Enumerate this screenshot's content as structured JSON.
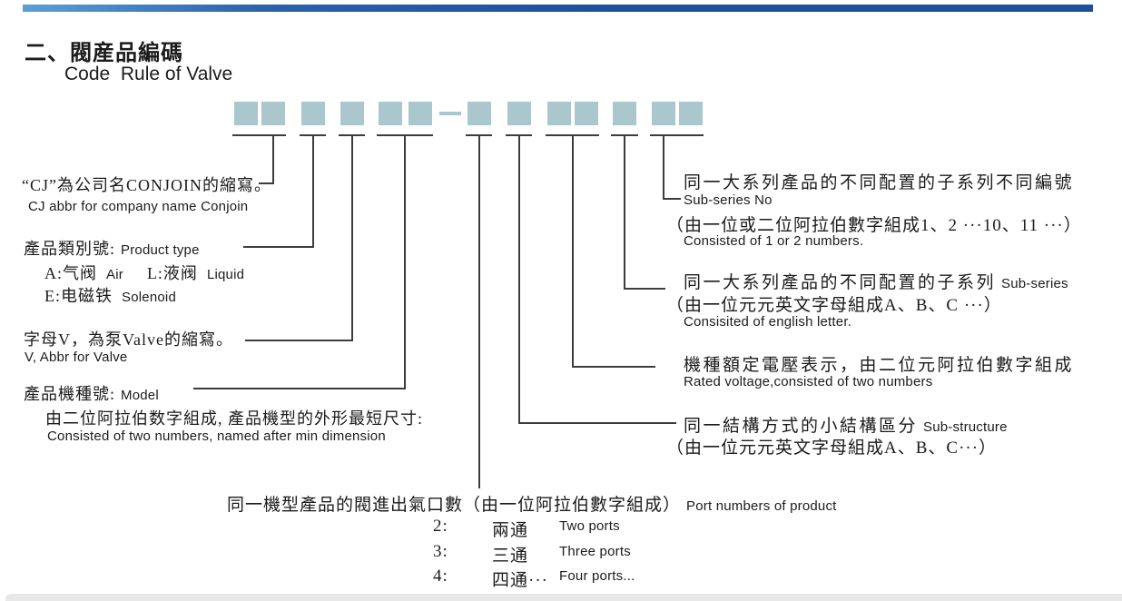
{
  "title": {
    "zh": "二、閥産品編碼",
    "en": "Code  Rule of Valve"
  },
  "colors": {
    "accent_bar_left": "#5b9fd4",
    "accent_bar_right": "#1e4f9b",
    "code_box_fill": "#a9c7cd",
    "connector_line": "#3c3c3c",
    "footer_strip": "#e8e8e8"
  },
  "code_diagram": {
    "separator": "—",
    "group_box_counts": [
      2,
      1,
      1,
      2,
      1,
      1,
      2,
      1,
      2
    ]
  },
  "left_sections": {
    "cj": {
      "zh": "“CJ”為公司名CONJOIN的縮寫。",
      "en": "CJ abbr for company name Conjoin"
    },
    "product_type": {
      "zh": "產品類別號:",
      "en": "Product type",
      "options": [
        {
          "zh": "A:气阀",
          "en": "Air"
        },
        {
          "zh": "L:液阀",
          "en": "Liquid"
        },
        {
          "zh": "E:电磁铁",
          "en": "Solenoid"
        }
      ]
    },
    "valve_abbr": {
      "zh": "字母V，為泵Valve的縮寫。",
      "en": "V, Abbr for Valve"
    },
    "model": {
      "zh": "產品機種號:",
      "en": "Model",
      "desc_zh": "由二位阿拉伯数字組成, 產品機型的外形最短尺寸:",
      "desc_en": "Consisted of two numbers, named after min dimension"
    }
  },
  "right_sections": {
    "sub_series_no": {
      "zh": "同一大系列產品的不同配置的子系列不同編號",
      "en": "Sub-series No",
      "paren_zh": "（由一位或二位阿拉伯數字組成1、2 ···10、11 ···）",
      "note_en": "Consisted of 1 or 2 numbers."
    },
    "sub_series": {
      "zh": "同一大系列產品的不同配置的子系列",
      "en": "Sub-series",
      "paren_zh": "（由一位元元英文字母組成A、B、C  ···）",
      "note_en": "Consisited of english letter."
    },
    "rated_voltage": {
      "zh": "機種額定電壓表示，由二位元阿拉伯數字組成",
      "en": "Rated voltage,consisted of two numbers"
    },
    "sub_structure": {
      "zh": "同一結構方式的小結構區分",
      "en": "Sub-structure",
      "paren_zh": "（由一位元元英文字母組成A、B、C···）"
    }
  },
  "port_section": {
    "zh": "同一機型產品的閥進出氣口數（由一位阿拉伯數字組成）",
    "en": "Port numbers of product",
    "rows": [
      {
        "code": "2:",
        "zh": "兩通",
        "en": "Two ports"
      },
      {
        "code": "3:",
        "zh": "三通",
        "en": "Three ports"
      },
      {
        "code": "4:",
        "zh": "四通···",
        "en": "Four ports..."
      }
    ]
  }
}
